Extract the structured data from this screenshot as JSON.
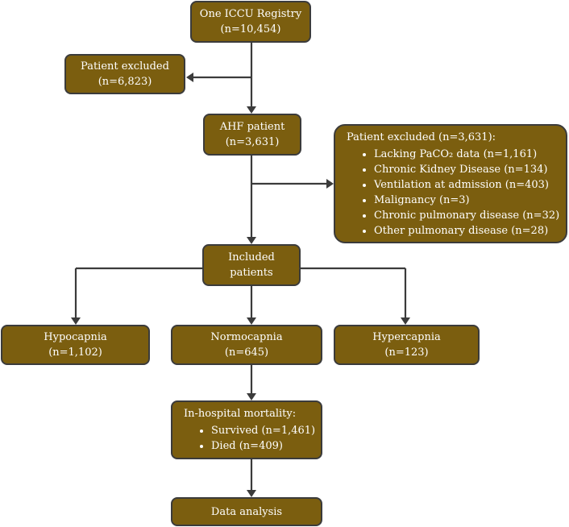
{
  "boxes": {
    "registry": {
      "title": "One ICCU Registry",
      "count": "(n=10,454)"
    },
    "excluded1": {
      "title": "Patient excluded",
      "count": "(n=6,823)"
    },
    "ahf": {
      "title": "AHF patient",
      "count": "(n=3,631)"
    },
    "excluded2": {
      "title": "Patient excluded (n=3,631):",
      "items": [
        "Lacking PaCO₂ data (n=1,161)",
        "Chronic Kidney Disease (n=134)",
        "Ventilation at admission (n=403)",
        "Malignancy (n=3)",
        "Chronic pulmonary disease (n=32)",
        "Other pulmonary disease (n=28)"
      ]
    },
    "included": {
      "line1": "Included",
      "line2": "patients"
    },
    "hypocapnia": {
      "title": "Hypocapnia",
      "count": "(n=1,102)"
    },
    "normocapnia": {
      "title": "Normocapnia",
      "count": "(n=645)"
    },
    "hypercapnia": {
      "title": "Hypercapnia",
      "count": "(n=123)"
    },
    "mortality": {
      "title": "In-hospital mortality:",
      "items": [
        "Survived (n=1,461)",
        "Died (n=409)"
      ]
    },
    "analysis": {
      "title": "Data analysis"
    }
  },
  "colors": {
    "box_fill": "#7b5e0f",
    "border": "#3b3b3b",
    "text": "#ffffff"
  }
}
